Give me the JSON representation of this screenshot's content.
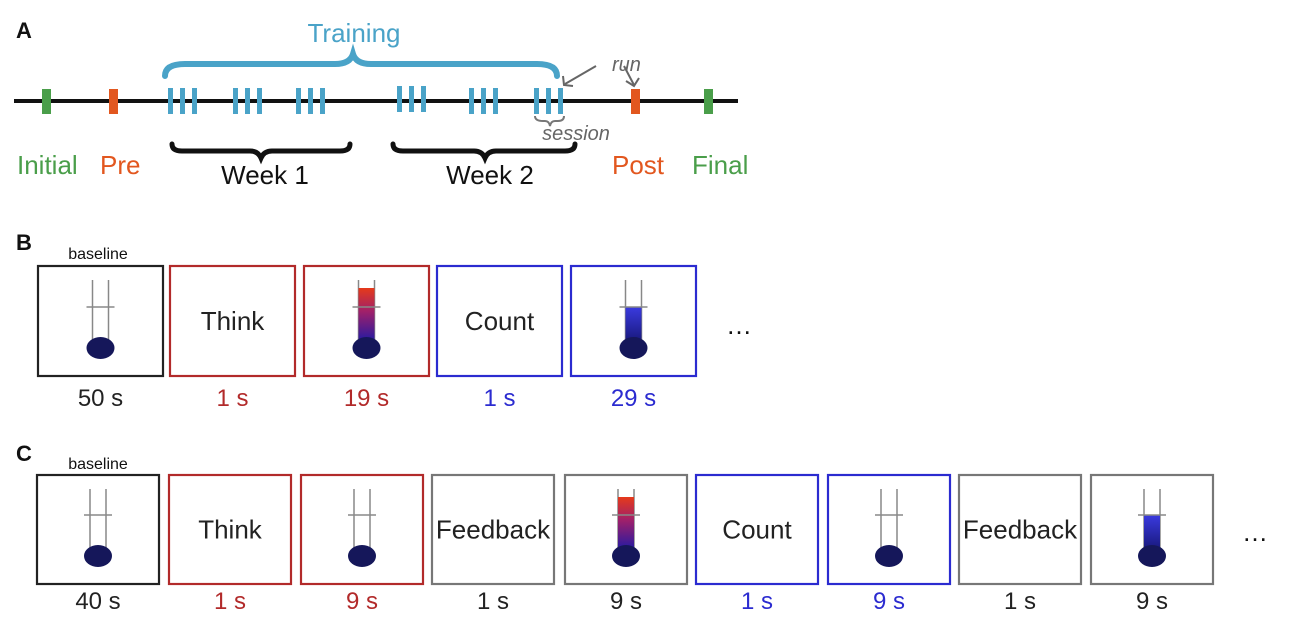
{
  "colors": {
    "green": "#4a9e4a",
    "orange": "#e2571f",
    "blue_training": "#4aa3c8",
    "red": "#b22a2a",
    "blue": "#2b2bd0",
    "black": "#222222",
    "gray": "#777777",
    "thermo_bulb": "#15175a"
  },
  "panel_a": {
    "label": "A",
    "training_label": "Training",
    "run_label": "run",
    "session_label": "session",
    "week1_label": "Week 1",
    "week2_label": "Week 2",
    "initial_label": "Initial",
    "pre_label": "Pre",
    "post_label": "Post",
    "final_label": "Final"
  },
  "panel_b": {
    "label": "B",
    "baseline_label": "baseline",
    "frames": [
      {
        "kind": "thermo-empty",
        "color": "black",
        "text": "",
        "duration": "50 s"
      },
      {
        "kind": "text",
        "color": "red",
        "text": "Think",
        "duration": "1 s"
      },
      {
        "kind": "thermo-up",
        "color": "red",
        "text": "",
        "duration": "19 s"
      },
      {
        "kind": "text",
        "color": "blue",
        "text": "Count",
        "duration": "1 s"
      },
      {
        "kind": "thermo-down",
        "color": "blue",
        "text": "",
        "duration": "29 s"
      }
    ],
    "ellipsis": "…"
  },
  "panel_c": {
    "label": "C",
    "baseline_label": "baseline",
    "frames": [
      {
        "kind": "thermo-empty",
        "color": "black",
        "text": "",
        "duration": "40 s"
      },
      {
        "kind": "text",
        "color": "red",
        "text": "Think",
        "duration": "1 s"
      },
      {
        "kind": "thermo-empty",
        "color": "red",
        "text": "",
        "duration": "9 s"
      },
      {
        "kind": "text",
        "color": "gray",
        "text": "Feedback",
        "duration": "1 s"
      },
      {
        "kind": "thermo-up",
        "color": "gray",
        "text": "",
        "duration": "9 s"
      },
      {
        "kind": "text",
        "color": "blue",
        "text": "Count",
        "duration": "1 s"
      },
      {
        "kind": "thermo-empty",
        "color": "blue",
        "text": "",
        "duration": "9 s"
      },
      {
        "kind": "text",
        "color": "gray",
        "text": "Feedback",
        "duration": "1 s"
      },
      {
        "kind": "thermo-down",
        "color": "gray",
        "text": "",
        "duration": "9 s"
      }
    ],
    "ellipsis": "…"
  }
}
